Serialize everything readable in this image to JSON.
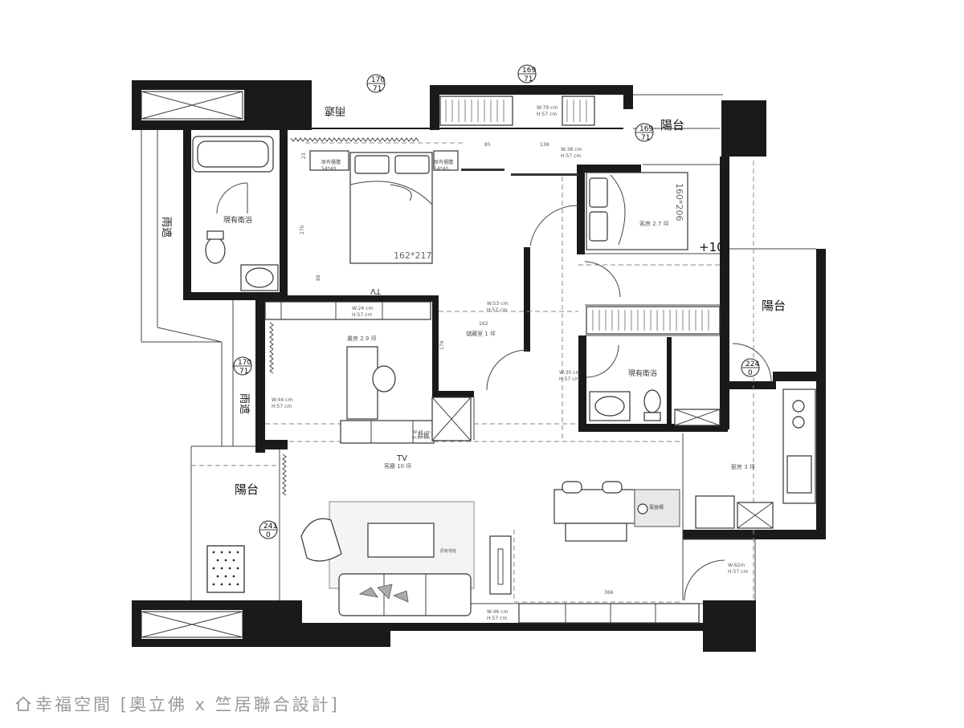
{
  "rooms": {
    "balcony_top": "陽台",
    "balcony_right": "陽台",
    "balcony_left": "陽台",
    "rain_shelter_1": "雨遮",
    "rain_shelter_2": "雨遮",
    "rain_shelter_3": "雨遮",
    "bath_left": "現有衛浴",
    "bath_center": "現有衛浴",
    "guest_room": "客房 2.7 坪",
    "study": "書房 2.9 坪",
    "storage": "儲藏室 1 坪",
    "living": "客廳 10 坪",
    "kitchen": "廚房 3 坪",
    "island": "電器櫃",
    "tv_lower": "TV",
    "tv_upper": "TV",
    "plus_ten": "+10",
    "shoe_cabinet": "鞋櫃"
  },
  "beds": {
    "master": "162*217",
    "guest": "160*206"
  },
  "furniture_notes": {
    "existing_cabinet_a": "原有櫃體",
    "existing_cabinet_a_size": "54*40",
    "existing_cabinet_b": "原有櫃體",
    "existing_cabinet_b_size": "54*40",
    "rug_note": "原有地毯"
  },
  "cabinets": {
    "top_left": "W:79 cm",
    "top_left_h": "H:57 cm",
    "top_mid": "W:38 cm",
    "top_mid_h": "H:57 cm",
    "study_top": "W:24 cm",
    "study_top_h": "H:57 cm",
    "storage_top": "W:53 cm",
    "storage_top_h": "H:57 cm",
    "study_left": "W:44 cm",
    "study_left_h": "H:57 cm",
    "bath_left": "W:30 cm",
    "bath_left_h": "H:57 cm",
    "tv_wall": "W:46 cm",
    "tv_wall_h": "H:57 cm",
    "entry_right": "W:62m",
    "entry_right_h": "H:57 cm",
    "living_bottom": "W:46 cm",
    "living_bottom_h": "H:57 cm"
  },
  "dimensions": {
    "d1": "85",
    "d2": "138",
    "d3": "270",
    "d4": "88",
    "d5": "162",
    "d6": "179",
    "d7": "366",
    "d8": "23"
  },
  "markers": [
    {
      "top": "170",
      "bottom": "71"
    },
    {
      "top": "169",
      "bottom": "71"
    },
    {
      "top": "169",
      "bottom": "71"
    },
    {
      "top": "170",
      "bottom": "71"
    },
    {
      "top": "224",
      "bottom": "0"
    },
    {
      "top": "241",
      "bottom": "0"
    }
  ],
  "footer": {
    "brand": "幸福空間",
    "credit": "[奧立佛 x 竺居聯合設計]"
  }
}
